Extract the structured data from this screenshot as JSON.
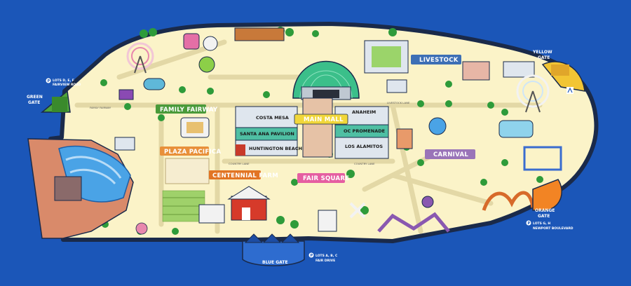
{
  "colors": {
    "ocean": "#1b56b8",
    "ground": "#fbf3c8",
    "border": "#1a2a4a",
    "path": "#d9cfa0",
    "grass": "#6cbf3d",
    "tree": "#2e9b3a",
    "family_fairway": "#4a9a3a",
    "plaza_pacifica": "#e8903a",
    "centennial_farm": "#e27424",
    "fair_square": "#e55ea1",
    "main_mall": "#f1d73a",
    "livestock": "#3d6fb5",
    "carnival": "#9a74b8",
    "green_gate": "#4fa43a",
    "yellow_gate": "#f2c534",
    "orange_gate": "#f28424",
    "blue_gate": "#2e6ccf"
  },
  "zones": {
    "family_fairway": "FAMILY FAIRWAY",
    "plaza_pacifica": "PLAZA PACIFICA",
    "centennial_farm": "CENTENNIAL FARM",
    "fair_square": "FAIR SQUARE",
    "main_mall": "MAIN MALL",
    "livestock": "LIVESTOCK",
    "carnival": "CARNIVAL"
  },
  "buildings": {
    "costa_mesa": "COSTA MESA",
    "santa_ana_pavilion": "SANTA ANA PAVILION",
    "huntington_beach": "HUNTINGTON BEACH",
    "anaheim": "ANAHEIM",
    "oc_promenade": "OC PROMENADE",
    "los_alamitos": "LOS ALAMITOS"
  },
  "gates": {
    "green": "GREEN\nGATE",
    "green_line1": "GREEN",
    "green_line2": "GATE",
    "yellow_line1": "YELLOW",
    "yellow_line2": "GATE",
    "orange_line1": "ORANGE",
    "orange_line2": "GATE",
    "blue": "BLUE GATE"
  },
  "parking": {
    "lots_def_line1": "LOTS D, E, F",
    "lots_def_line2": "FAIRVIEW ROAD",
    "lots_abc_line1": "LOTS A, B, C",
    "lots_abc_line2": "FAIR DRIVE",
    "lots_gh_line1": "LOTS G, H",
    "lots_gh_line2": "NEWPORT BOULEVARD",
    "icon": "P"
  },
  "roads": {
    "family_fairway_road": "FAMILY FAIRWAY",
    "livestock_lane": "LIVESTOCK LANE",
    "country_lane": "COUNTRY LANE",
    "country_lane_2": "COUNTRY LANE"
  }
}
